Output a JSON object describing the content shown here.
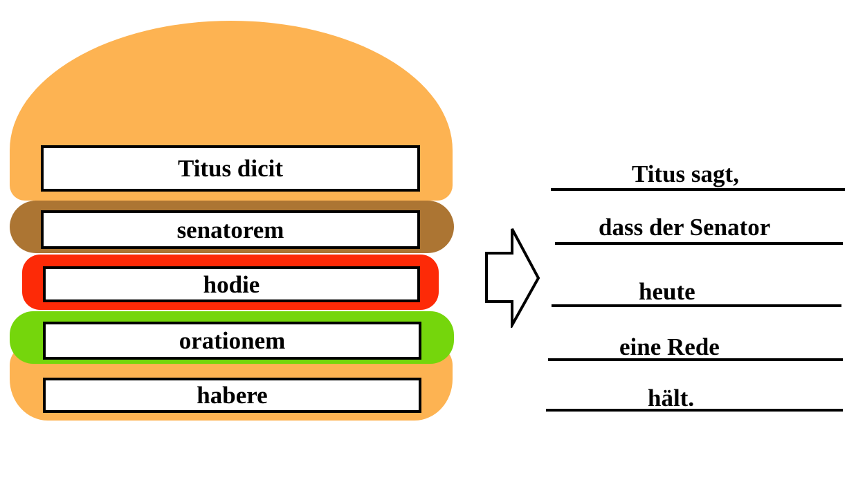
{
  "colors": {
    "bun": "#fdb352",
    "patty": "#ac7533",
    "tomato": "#fd2a07",
    "lettuce": "#75d60c",
    "box_fill": "#ffffff",
    "outline": "#000000"
  },
  "latin_words": [
    {
      "text": "Titus dicit"
    },
    {
      "text": "senatorem"
    },
    {
      "text": "hodie"
    },
    {
      "text": "orationem"
    },
    {
      "text": "habere"
    }
  ],
  "arrow": {
    "icon": "right-arrow-icon"
  },
  "german_translation": [
    {
      "text": "Titus sagt,"
    },
    {
      "text": "dass der Senator"
    },
    {
      "text": "heute"
    },
    {
      "text": "eine Rede"
    },
    {
      "text": "hält."
    }
  ]
}
